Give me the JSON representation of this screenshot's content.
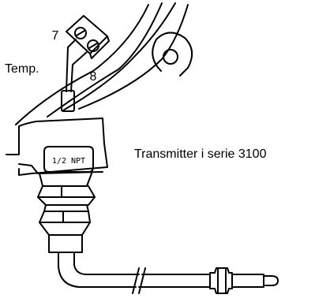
{
  "colors": {
    "stroke": "#000000",
    "background": "#ffffff"
  },
  "labels": {
    "terminal_7": "7",
    "terminal_8": "8",
    "temp": "Temp.",
    "npt": "1/2 NPT",
    "caption": "Transmitter i serie 3100"
  }
}
